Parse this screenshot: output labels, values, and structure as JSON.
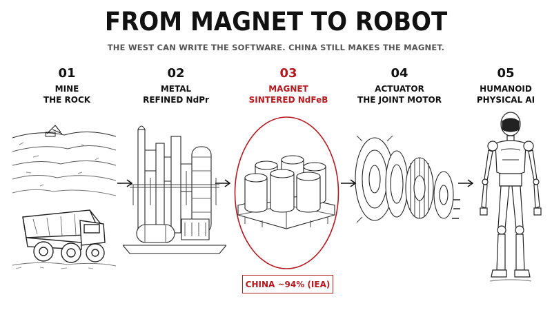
{
  "header": {
    "title": "FROM MAGNET TO ROBOT",
    "subtitle": "THE WEST CAN WRITE THE SOFTWARE. CHINA STILL MAKES THE MAGNET."
  },
  "stages": [
    {
      "num": "01",
      "line1": "MINE",
      "line2": "THE ROCK",
      "icon": "mining-truck-icon"
    },
    {
      "num": "02",
      "line1": "METAL",
      "line2": "REFINED NdPr",
      "icon": "refinery-icon"
    },
    {
      "num": "03",
      "line1": "MAGNET",
      "line2": "SINTERED NdFeB",
      "icon": "magnet-pallet-icon",
      "highlight": true
    },
    {
      "num": "04",
      "line1": "ACTUATOR",
      "line2": "THE JOINT MOTOR",
      "icon": "motor-exploded-icon"
    },
    {
      "num": "05",
      "line1": "HUMANOID",
      "line2": "PHYSICAL AI",
      "icon": "humanoid-robot-icon"
    }
  ],
  "callout": {
    "text": "CHINA ~94% (IEA)"
  },
  "colors": {
    "accent": "#b3191e",
    "ink": "#111111",
    "subtitle": "#555555"
  }
}
